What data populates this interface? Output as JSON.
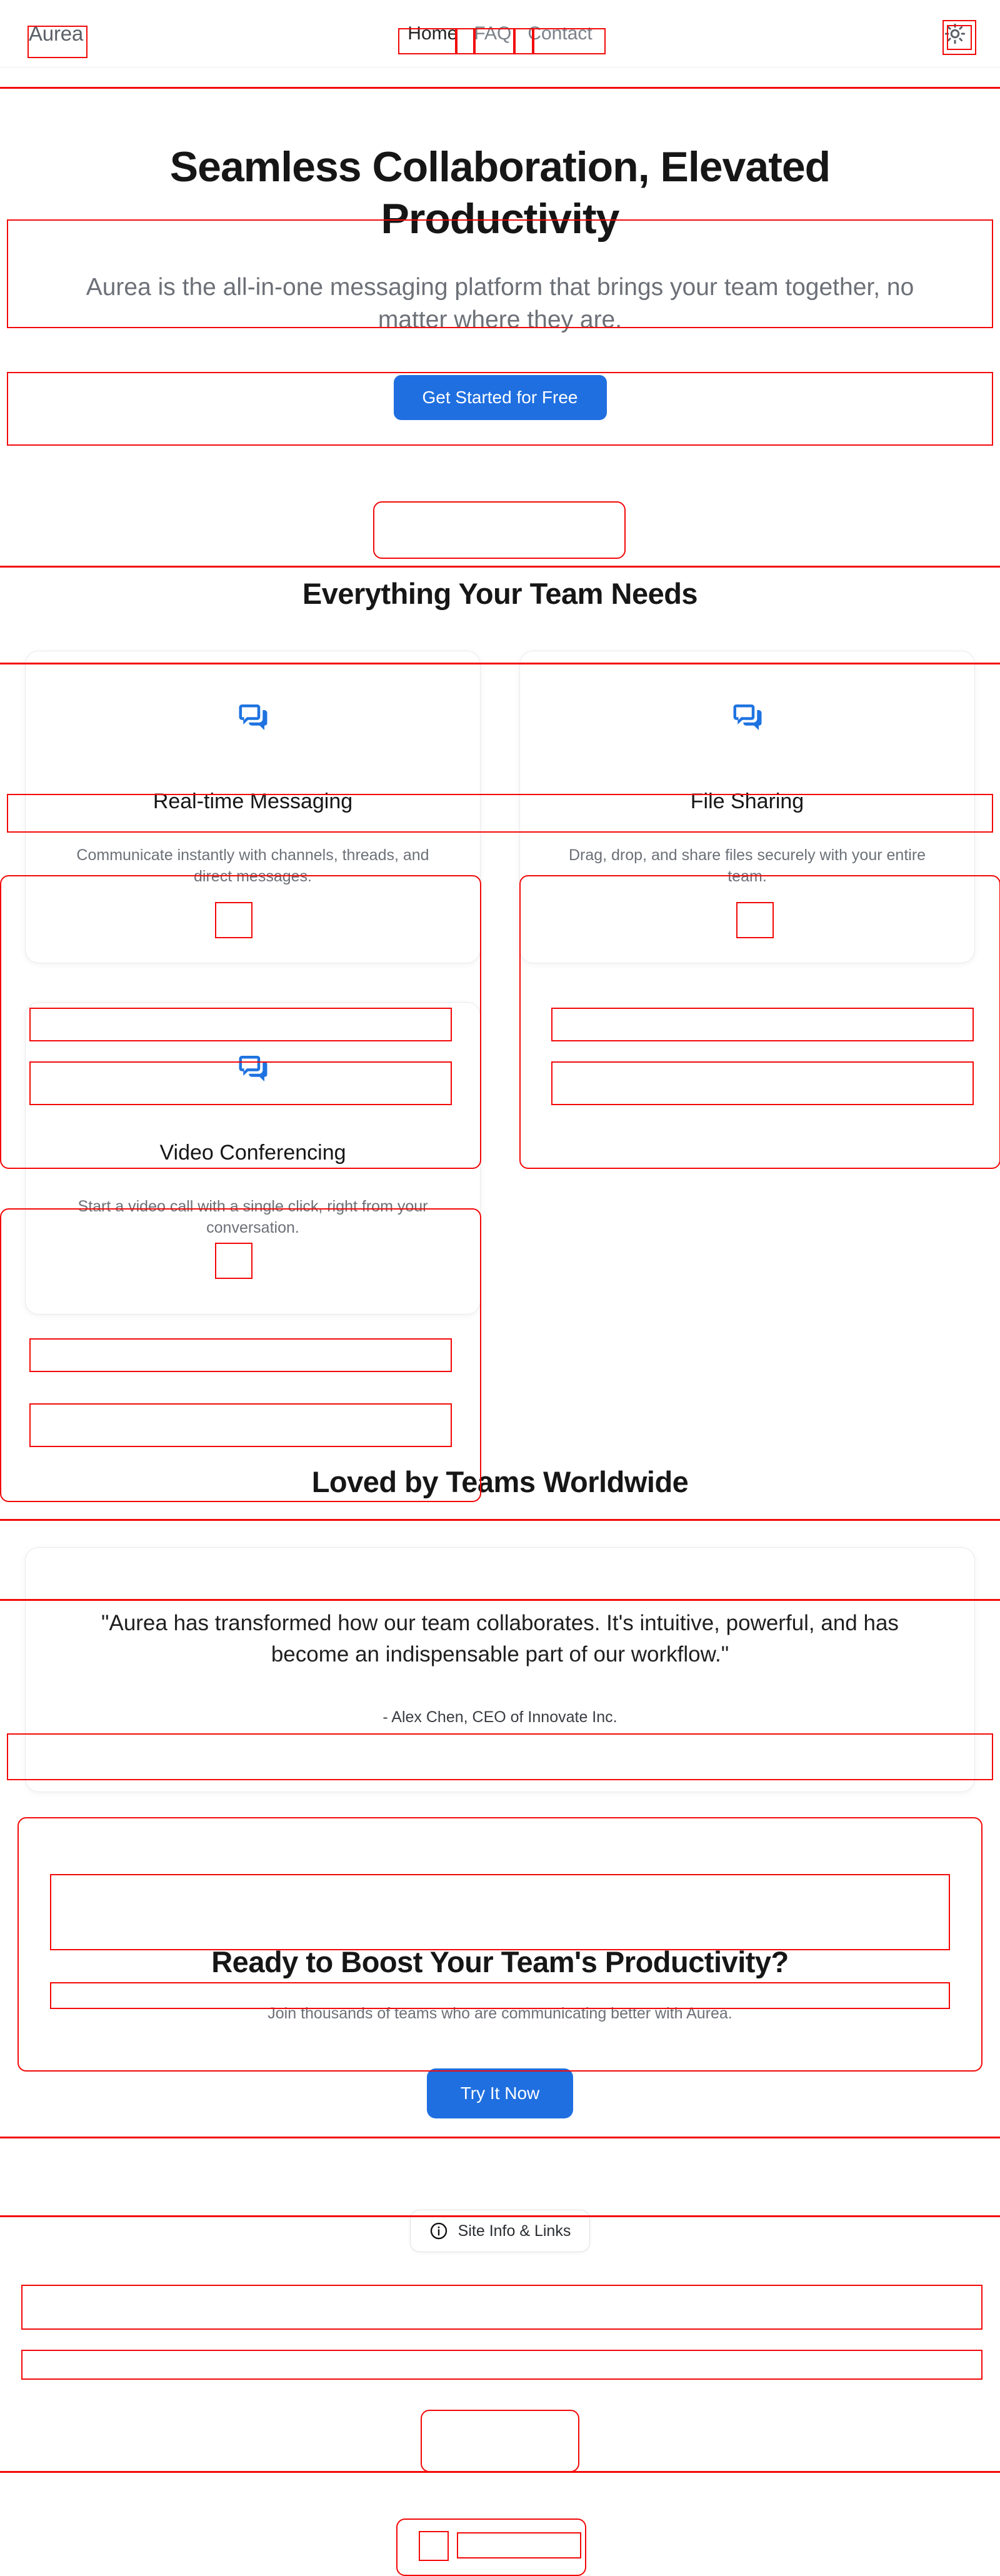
{
  "header": {
    "brand": "Aurea",
    "nav": [
      {
        "label": "Home",
        "active": true
      },
      {
        "label": "FAQ",
        "active": false
      },
      {
        "label": "Contact",
        "active": false
      }
    ],
    "theme_toggle_icon": "sun-icon"
  },
  "hero": {
    "title": "Seamless Collaboration, Elevated Productivity",
    "subtitle": "Aurea is the all-in-one messaging platform that brings your team together, no matter where they are.",
    "cta_label": "Get Started for Free"
  },
  "features": {
    "title": "Everything Your Team Needs",
    "cards": [
      {
        "icon": "chat-bubbles-icon",
        "name": "Real-time Messaging",
        "desc": "Communicate instantly with channels, threads, and direct messages."
      },
      {
        "icon": "chat-bubbles-icon",
        "name": "File Sharing",
        "desc": "Drag, drop, and share files securely with your entire team."
      },
      {
        "icon": "chat-bubbles-icon",
        "name": "Video Conferencing",
        "desc": "Start a video call with a single click, right from your conversation."
      }
    ]
  },
  "testimonials": {
    "title": "Loved by Teams Worldwide",
    "quote": "\"Aurea has transformed how our team collaborates. It's intuitive, powerful, and has become an indispensable part of our workflow.\"",
    "author": "- Alex Chen, CEO of Innovate Inc."
  },
  "cta": {
    "title": "Ready to Boost Your Team's Productivity?",
    "subtitle": "Join thousands of teams who are communicating better with Aurea.",
    "button_label": "Try It Now"
  },
  "footer": {
    "icon": "info-circle-icon",
    "label": "Site Info & Links"
  },
  "colors": {
    "accent_blue": "#1f6fe0",
    "icon_blue": "#1f73e0",
    "text_dark": "#161616",
    "text_muted": "#6c7077",
    "annotation_red": "#f30808"
  }
}
